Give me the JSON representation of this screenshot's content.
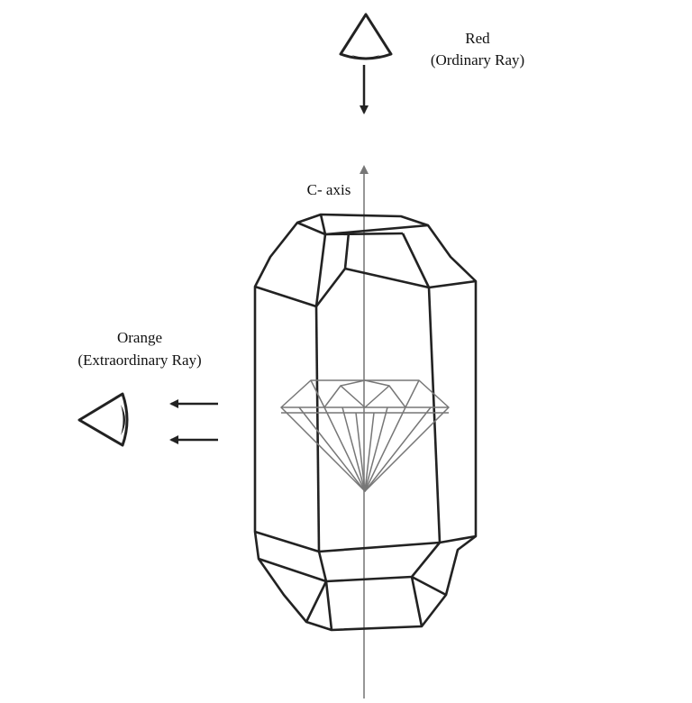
{
  "labels": {
    "top_title": "Red",
    "top_subtitle": "(Ordinary Ray)",
    "left_title": "Orange",
    "left_subtitle": "(Extraordinary Ray)",
    "axis": "C- axis"
  },
  "colors": {
    "ink": "#222222",
    "axis_line": "#8a8a8a",
    "gem": "#777777"
  },
  "icons": [
    "eye-icon",
    "arrow-icon"
  ]
}
